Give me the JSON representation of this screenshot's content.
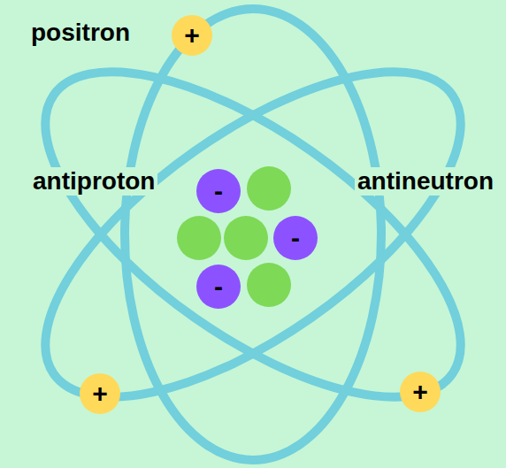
{
  "diagram": {
    "nodes": [
      {
        "text": [
          "+"
        ]
      },
      {
        "text": [
          "-"
        ]
      },
      {
        "text": [
          "-"
        ]
      },
      {
        "text": [
          "-"
        ]
      },
      {
        "text": [
          "+"
        ]
      },
      {
        "text": [
          "+"
        ]
      }
    ],
    "labels": [
      "positron",
      "antiproton",
      "antineutron"
    ]
  }
}
